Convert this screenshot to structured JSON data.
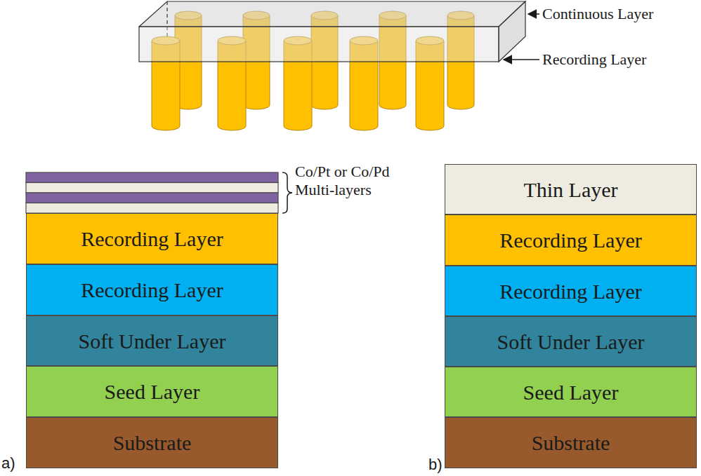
{
  "diagram": {
    "nodes": [
      {
        "text": [
          "Recording Layer"
        ]
      },
      {
        "text": [
          "Recording Layer"
        ]
      },
      {
        "text": [
          "Soft Under Layer"
        ]
      },
      {
        "text": [
          "Seed Layer"
        ]
      },
      {
        "text": [
          "Substrate"
        ]
      },
      {
        "text": [
          "Thin Layer"
        ]
      },
      {
        "text": [
          "Recording Layer"
        ]
      },
      {
        "text": [
          "Recording Layer"
        ]
      },
      {
        "text": [
          "Soft Under Layer"
        ]
      },
      {
        "text": [
          "Seed Layer"
        ]
      },
      {
        "text": [
          "Substrate"
        ]
      }
    ],
    "labels": [
      "Continuous Layer",
      "Recording Layer",
      "Co/Pt or Co/Pd Multi-layers",
      "a)",
      "b)"
    ]
  }
}
